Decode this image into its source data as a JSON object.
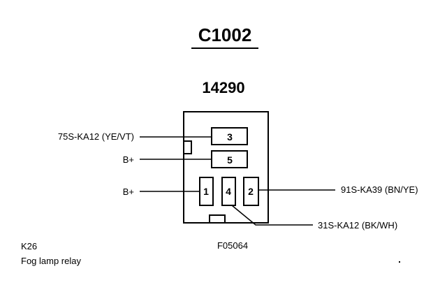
{
  "connector": {
    "id": "C1002",
    "part_number": "14290"
  },
  "pins": [
    {
      "number": "3",
      "circuit": "75S-KA12 (YE/VT)"
    },
    {
      "number": "5",
      "circuit": "B+"
    },
    {
      "number": "1",
      "circuit": "B+"
    },
    {
      "number": "4",
      "circuit": "31S-KA12 (BK/WH)"
    },
    {
      "number": "2",
      "circuit": "91S-KA39 (BN/YE)"
    }
  ],
  "component": {
    "code": "K26",
    "name": "Fog lamp relay"
  },
  "figure_ref": "F05064"
}
